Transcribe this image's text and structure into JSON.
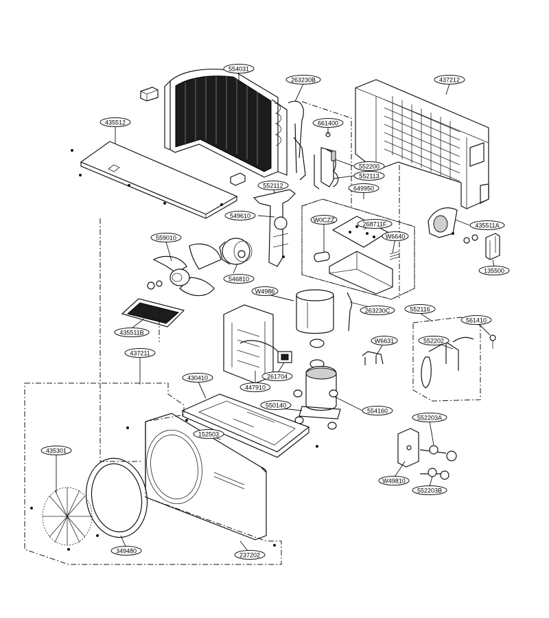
{
  "labels": [
    "554031",
    "263230B",
    "437212",
    "661400",
    "435512",
    "552200",
    "552113",
    "552112",
    "649950",
    "549610",
    "W0CZZ",
    "268711F",
    "435511A",
    "559010",
    "W6640",
    "546810",
    "135500",
    "W4986",
    "263230C",
    "552116",
    "435511B",
    "561410",
    "W6631",
    "552202",
    "437211",
    "261704",
    "430410",
    "447910",
    "550140",
    "554160",
    "552203A",
    "152503",
    "435301",
    "W49810",
    "552203B",
    "349480",
    "237202"
  ]
}
